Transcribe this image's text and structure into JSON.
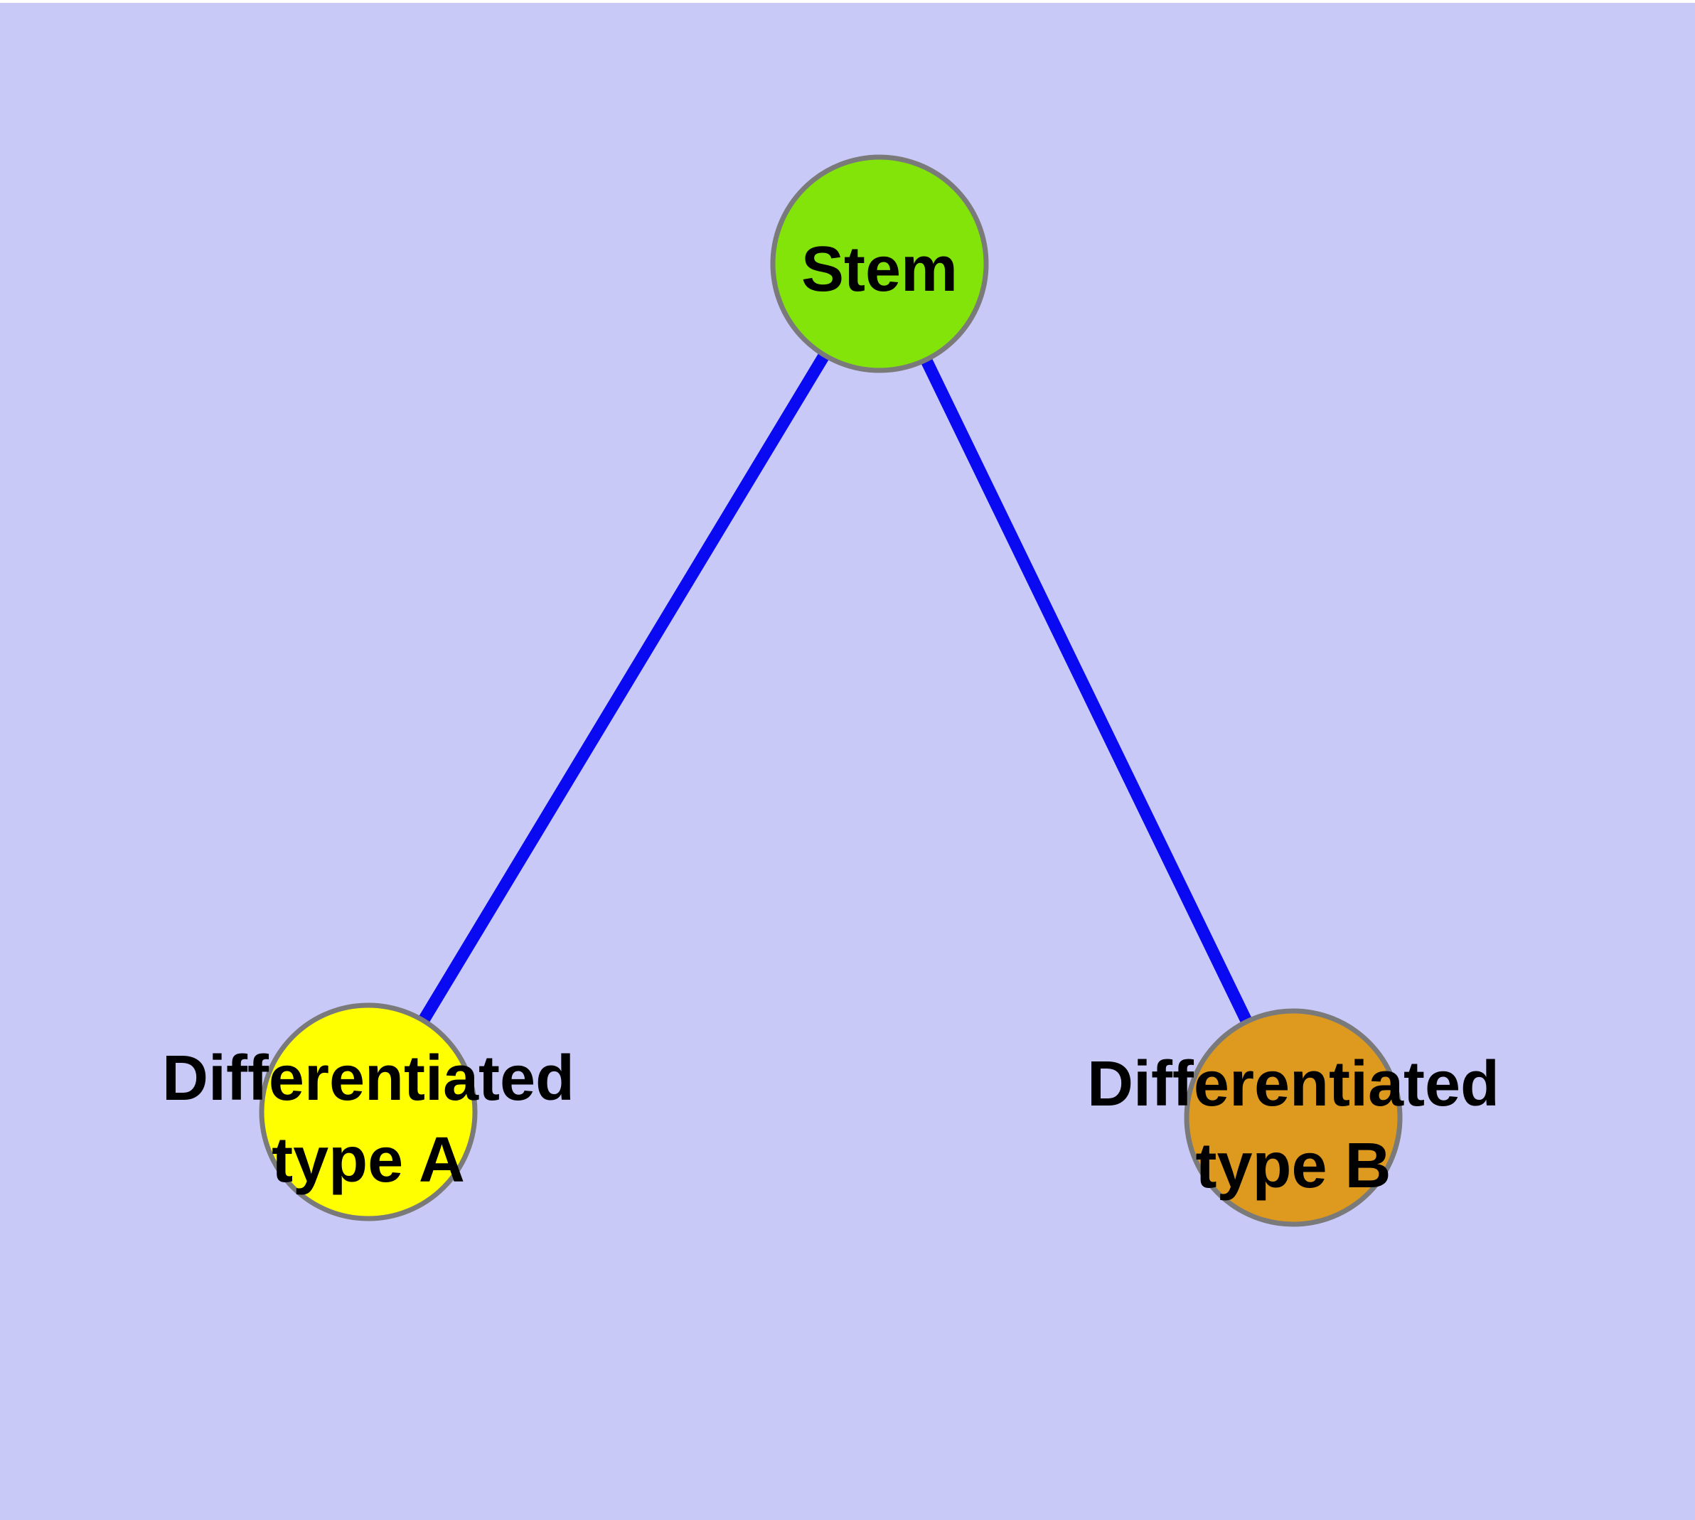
{
  "colors": {
    "page_margin": "#ffffff",
    "background": "#c9c9f7",
    "edge": "#0909f2",
    "node_border": "#7a7a7a",
    "stem_fill": "#82e409",
    "type_a_fill": "#ffff00",
    "type_b_fill": "#de9a1f",
    "label_text": "#000000"
  },
  "nodes": {
    "stem": {
      "label": "Stem"
    },
    "type_a": {
      "label_line1": "Differentiated",
      "label_line2": "type A"
    },
    "type_b": {
      "label_line1": "Differentiated",
      "label_line2": "type B"
    }
  },
  "edges": [
    {
      "from": "Stem",
      "to": "Differentiated type A"
    },
    {
      "from": "Stem",
      "to": "Differentiated type B"
    }
  ]
}
